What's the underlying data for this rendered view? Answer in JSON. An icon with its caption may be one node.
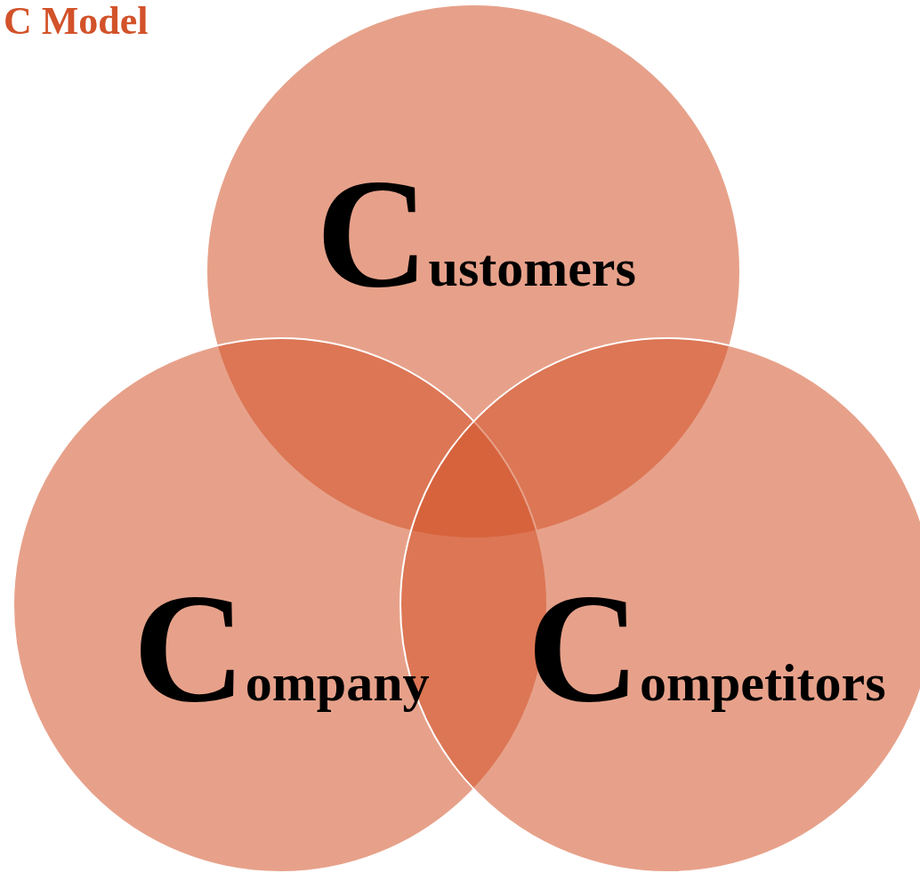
{
  "diagram": {
    "title": "C Model",
    "nodes": [
      {
        "text": [
          "Customers"
        ]
      },
      {
        "text": [
          "Company"
        ]
      },
      {
        "text": [
          "Competitors"
        ]
      }
    ]
  }
}
